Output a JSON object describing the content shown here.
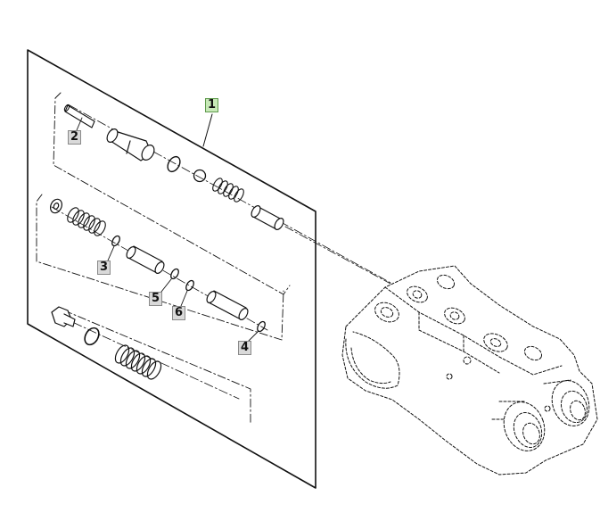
{
  "diagram": {
    "colors": {
      "line": "#111111",
      "callout_fill": "#d9d9d9",
      "main_callout_fill": "#c7e9b7"
    },
    "callouts": {
      "c1": "1",
      "c2": "2",
      "c3": "3",
      "c4": "4",
      "c5": "5",
      "c6": "6"
    }
  }
}
